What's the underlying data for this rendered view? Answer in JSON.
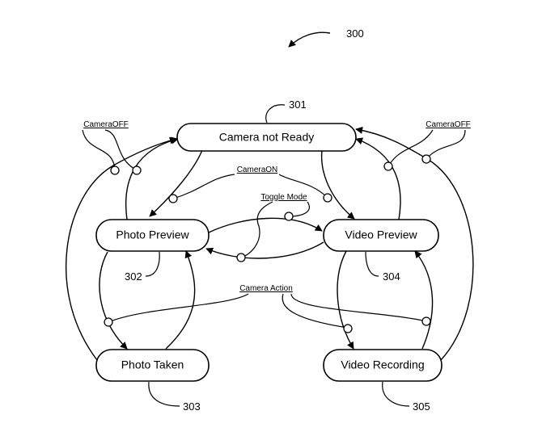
{
  "figure": {
    "number": "300"
  },
  "states": {
    "camera_not_ready": {
      "label": "Camera not Ready",
      "ref": "301"
    },
    "photo_preview": {
      "label": "Photo Preview",
      "ref": "302"
    },
    "video_preview": {
      "label": "Video Preview",
      "ref": "304"
    },
    "photo_taken": {
      "label": "Photo Taken",
      "ref": "303"
    },
    "video_recording": {
      "label": "Video Recording",
      "ref": "305"
    }
  },
  "events": {
    "camera_off_left": "CameraOFF",
    "camera_off_right": "CameraOFF",
    "camera_on": "CameraON",
    "toggle_mode": "Toggle Mode",
    "camera_action": "Camera Action"
  }
}
